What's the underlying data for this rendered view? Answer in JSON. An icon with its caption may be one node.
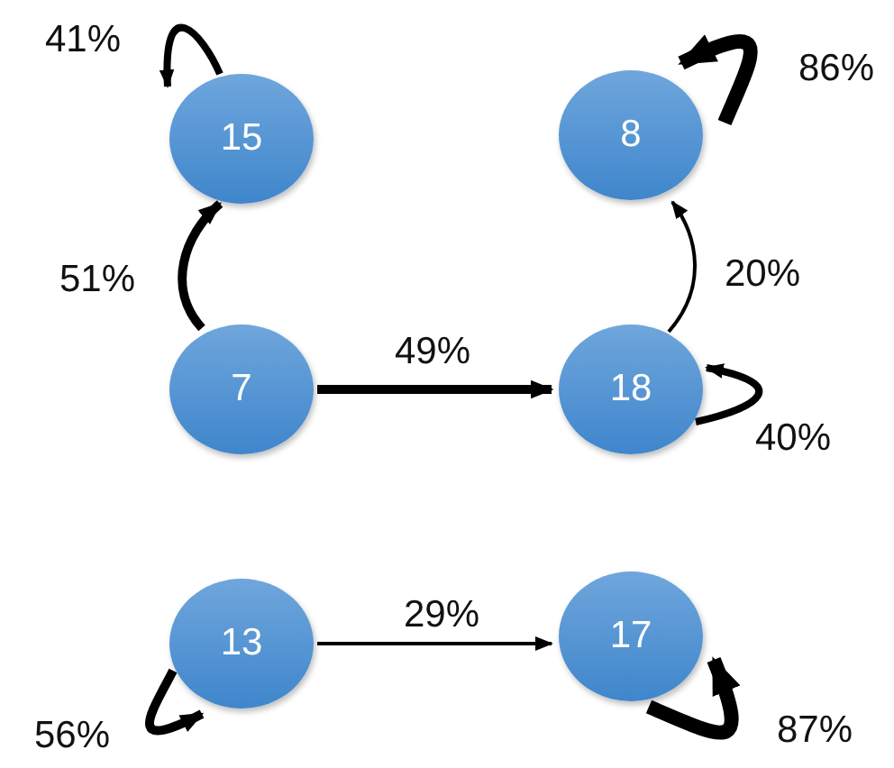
{
  "diagram": {
    "nodes": [
      {
        "text": [
          "15"
        ]
      },
      {
        "text": [
          "8"
        ]
      },
      {
        "text": [
          "7"
        ]
      },
      {
        "text": [
          "18"
        ]
      },
      {
        "text": [
          "13"
        ]
      },
      {
        "text": [
          "17"
        ]
      }
    ],
    "edges": [
      {
        "from": 0,
        "to": 0,
        "arrow": "to",
        "label": "41%"
      },
      {
        "from": 1,
        "to": 1,
        "arrow": "to",
        "label": "86%"
      },
      {
        "from": 2,
        "to": 0,
        "arrow": "to",
        "label": "51%"
      },
      {
        "from": 3,
        "to": 1,
        "arrow": "to",
        "label": "20%"
      },
      {
        "from": 2,
        "to": 3,
        "arrow": "to",
        "label": "49%"
      },
      {
        "from": 3,
        "to": 3,
        "arrow": "to",
        "label": "40%"
      },
      {
        "from": 4,
        "to": 5,
        "arrow": "to",
        "label": "29%"
      },
      {
        "from": 4,
        "to": 4,
        "arrow": "to",
        "label": "56%"
      },
      {
        "from": 5,
        "to": 5,
        "arrow": "to",
        "label": "87%"
      }
    ]
  }
}
